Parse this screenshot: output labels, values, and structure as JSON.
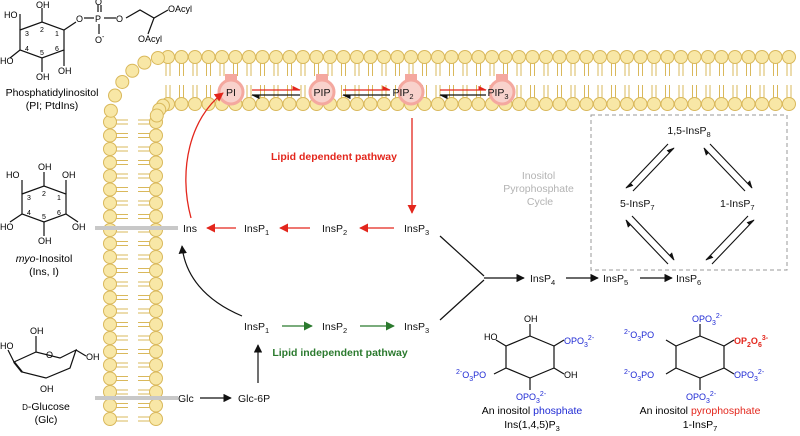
{
  "colors": {
    "membrane_fill": "#f8e7a6",
    "membrane_stroke": "#d9b85b",
    "lipid_red": "#e3261c",
    "lipid_green": "#2b7a2e",
    "phosphate_blue": "#1f2ad4",
    "pyro_red": "#e3261c",
    "cycle_gray": "#b3b3b3",
    "headgroup_pink": "#f4a89f"
  },
  "structures": {
    "pi": {
      "line1": "Phosphatidylinositol",
      "line2": "(PI; PtdIns)",
      "acyl1": "OAcyl",
      "acyl2": "OAcyl",
      "hydroxyl": "HO",
      "oh": "OH",
      "o": "O",
      "p": "P",
      "o_minus": "O",
      "minus": "-",
      "numbers": [
        "3",
        "2",
        "1",
        "4",
        "6",
        "5"
      ]
    },
    "ins": {
      "italic": "myo",
      "name_rest": "-Inositol",
      "line2": "(Ins, I)",
      "numbers": [
        "3",
        "2",
        "1",
        "4",
        "6",
        "5"
      ]
    },
    "glc": {
      "prefix": "D",
      "name_rest": "-Glucose",
      "line2": "(Glc)"
    }
  },
  "headgroups": {
    "pi": "PI",
    "pip": "PIP",
    "pip2_base": "PIP",
    "pip2_sub": "2",
    "pip3_base": "PIP",
    "pip3_sub": "3"
  },
  "pathways": {
    "lipid_dependent": "Lipid dependent pathway",
    "lipid_independent": "Lipid independent pathway"
  },
  "metabolites": {
    "ins": "Ins",
    "insp_base": "InsP",
    "sub1": "1",
    "sub2": "2",
    "sub3": "3",
    "sub4": "4",
    "sub5": "5",
    "sub6": "6",
    "sub7": "7",
    "sub8": "8",
    "glc": "Glc",
    "glc6p": "Glc-6P"
  },
  "cycle": {
    "title_line1": "Inositol",
    "title_line2": "Pyrophosphate",
    "title_line3": "Cycle",
    "top_prefix": "1,5-",
    "left_prefix": "5-",
    "right_prefix": "1-"
  },
  "phosphate_molecule": {
    "caption_prefix": "An inositol ",
    "caption_highlight": "phosphate",
    "name_base": "Ins(1,4,5)P",
    "name_sub": "3",
    "group_right": "OPO",
    "group_left_pre": "2-",
    "group_left": "O",
    "group_left_post": "PO",
    "charge": "2-",
    "sub3": "3",
    "oh": "OH"
  },
  "pyrophosphate_molecule": {
    "caption_prefix": "An inositol ",
    "caption_highlight": "pyrophosphate",
    "name_prefix": "1-InsP",
    "name_sub": "7",
    "pyro_group_a": "OP",
    "pyro_group_b": "O",
    "pyro_sub2": "2",
    "pyro_sub6": "6",
    "pyro_charge": "3-",
    "group": "OPO",
    "group_left_pre": "2-",
    "group_left": "O",
    "group_left_post": "PO",
    "charge": "2-",
    "sub3": "3"
  }
}
